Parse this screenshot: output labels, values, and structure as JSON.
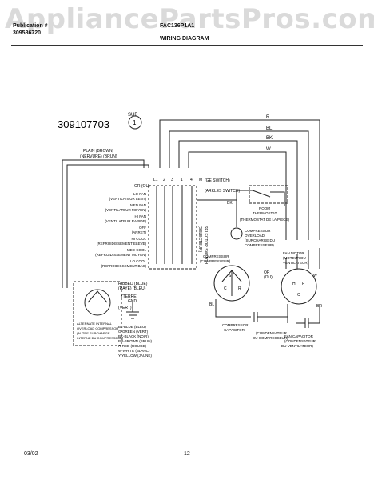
{
  "watermark": "AppliancePartsPros.com",
  "header": {
    "publication_label": "Publication #",
    "publication_no": "309586720",
    "model_label": "FAC136P1A1",
    "title": "WIRING DIAGRAM"
  },
  "diagram": {
    "part_number": "309107703",
    "sub_label": "SUB",
    "sub_number": "1",
    "wire_codes": {
      "r": "R",
      "bl": "BL",
      "bk": "BK",
      "w": "W",
      "bk_small": "BK",
      "bl_small": "BL",
      "w_small": "W",
      "br": "BR"
    },
    "plain_line": "PLAIN  (BROWN)",
    "ribbed_line": "(NERVURE)  (BRUN)",
    "switch_terms": [
      "L1",
      "2",
      "3",
      "1",
      "4",
      "M"
    ],
    "or_label": "OR  (OU)",
    "ge_switch": "(GE SWITCH)",
    "arkles_switch": "(ARKLES SWITCH)",
    "selector_switch": "SELECTOR SWITCH",
    "selector_switch_fr": "(SELECTEUR)",
    "switch_positions": [
      "LO FAN",
      "(VENTILATEUR LENT)",
      "MED FAN",
      "(VENTILATEUR MOYEN)",
      "HI FAN",
      "(VENTILATEUR RAPIDE)",
      "OFF",
      "(ARRET)",
      "HI COOL",
      "(REFROIDISSEMENT ELEVE)",
      "MED COOL",
      "(REFROIDISSEMENT MOYEN)",
      "LO COOL",
      "(REFROIDISSEMENT BAS)"
    ],
    "room_thermostat": [
      "ROOM",
      "THERMOSTAT",
      "(THERMOSTAT DE LA PIECE)"
    ],
    "overload": [
      "COMPRESSOR",
      "OVERLOAD",
      "(SURCHARGE DU",
      "COMPRESSEUR)"
    ],
    "compressor": [
      "COMPRESSOR",
      "(COMPRESSEUR)"
    ],
    "fan_motor": [
      "FAN MOTOR",
      "(MOTEUR DU",
      "VENTILATEUR)"
    ],
    "or_small": "OR",
    "ou_small": "(OU)",
    "compressor_capacitor": [
      "COMPRESSOR",
      "CAPACITOR",
      "(CONDENSATEUR",
      "DU COMPRESSEUR)"
    ],
    "fan_capacitor": [
      "FAN CAPACITOR",
      "(CONDENSATEUR",
      "DU VENTILATEUR)"
    ],
    "ribbed": "RIBBED (BLUE)",
    "ribbed_fr": "(RAYE)  (BLEU)",
    "ground": "(TERRE)",
    "gnd": "GND",
    "vert": "(VERT)",
    "color_key": [
      "BL-BLUE  (BLEU)",
      "G-GREEN  (VERT)",
      "BK-BLACK  (NOIR)",
      "BR-BROWN  (BRUN)",
      "R-RED  (ROUGE)",
      "W-WHITE  (BLANC)",
      "Y-YELLOW  (JAUNE)"
    ],
    "alternate": [
      "ALTERNATE INTERNAL",
      "OVERLOAD COMPRESSOR",
      "(AUTRE SURCHARGE",
      "INTERNE DU COMPRESSEUR)"
    ],
    "terminals": {
      "s": "S",
      "c": "C",
      "r": "R",
      "h": "H",
      "f": "F",
      "c2": "C"
    }
  },
  "footer": {
    "date": "03/02",
    "page": "12"
  }
}
